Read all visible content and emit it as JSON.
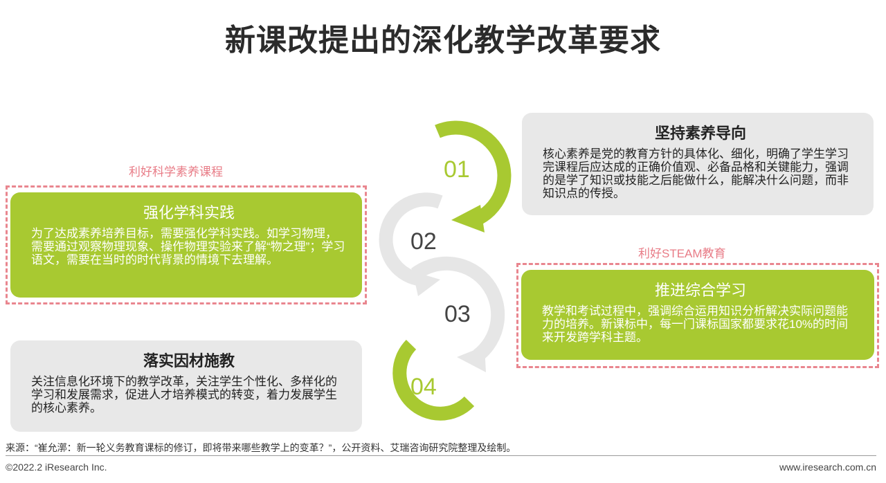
{
  "title": "新课改提出的深化教学改革要求",
  "tags": {
    "left": "利好科学素养课程",
    "right": "利好STEAM教育"
  },
  "cards": {
    "c1": {
      "title": "坚持素养导向",
      "body": "核心素养是党的教育方针的具体化、细化，明确了学生学习完课程后应达成的正确价值观、必备品格和关键能力，强调的是学了知识或技能之后能做什么，能解决什么问题，而非知识点的传授。"
    },
    "c2": {
      "title": "强化学科实践",
      "body": "为了达成素养培养目标，需要强化学科实践。如学习物理，需要通过观察物理现象、操作物理实验来了解“物之理”；学习语文，需要在当时的时代背景的情境下去理解。"
    },
    "c3": {
      "title": "推进综合学习",
      "body": "教学和考试过程中，强调综合运用知识分析解决实际问题能力的培养。新课标中，每一门课标国家都要求花10%的时间来开发跨学科主题。"
    },
    "c4": {
      "title": "落实因材施教",
      "body": "关注信息化环境下的教学改革，关注学生个性化、多样化的学习和发展需求，促进人才培养模式的转变，着力发展学生的核心素养。"
    }
  },
  "steps": [
    "01",
    "02",
    "03",
    "04"
  ],
  "colors": {
    "green": "#a8c931",
    "gray": "#e8e8e8",
    "dash": "#e9868f"
  },
  "footer": {
    "source": "来源：“崔允漷：新一轮义务教育课标的修订，即将带来哪些教学上的变革？”，公开资料、艾瑞咨询研究院整理及绘制。",
    "copyright": "©2022.2 iResearch Inc.",
    "website": "www.iresearch.com.cn"
  }
}
